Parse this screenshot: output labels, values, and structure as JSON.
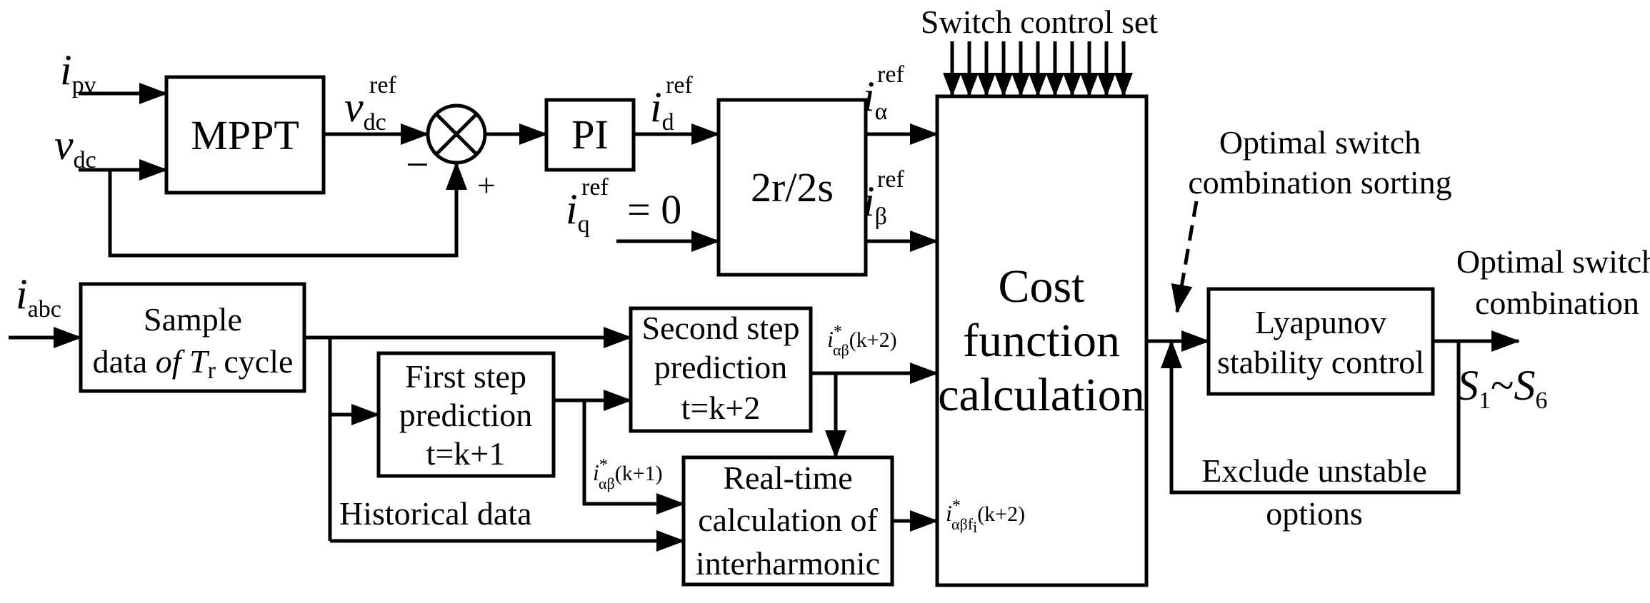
{
  "blocks": {
    "mppt": "MPPT",
    "pi": "PI",
    "transform": "2r/2s",
    "sample_line1": "Sample",
    "sample_line2_pre": "data ",
    "sample_line2_of": "of",
    "sample_line2_T": "T",
    "sample_line2_r": "r",
    "sample_line2_post": " cycle",
    "first_line1": "First step",
    "first_line2": "prediction",
    "first_line3": "t=k+1",
    "second_line1": "Second step",
    "second_line2": "prediction",
    "second_line3": "t=k+2",
    "realtime_line1": "Real-time",
    "realtime_line2": "calculation of",
    "realtime_line3": "interharmonic",
    "cost_line1": "Cost",
    "cost_line2": "function",
    "cost_line3": "calculation",
    "lyap_line1": "Lyapunov",
    "lyap_line2": "stability control"
  },
  "signals": {
    "i_pv_base": "i",
    "i_pv_sub": "pv",
    "v_dc_base": "v",
    "v_dc_sub": "dc",
    "vref_base": "v",
    "vref_sub": "dc",
    "vref_sup": "ref",
    "minus": "−",
    "plus": "+",
    "id_base": "i",
    "id_sub": "d",
    "id_sup": "ref",
    "iq_base": "i",
    "iq_sub": "q",
    "iq_sup": "ref",
    "iq_eq": "= 0",
    "ialpha_base": "i",
    "ialpha_sub": "α",
    "ialpha_sup": "ref",
    "ibeta_base": "i",
    "ibeta_sub": "β",
    "ibeta_sup": "ref",
    "iabc_base": "i",
    "iabc_sub": "abc",
    "pred2_base": "i",
    "pred2_sup": "*",
    "pred2_sub": "αβ",
    "pred2_arg": "(k+2)",
    "pred1_base": "i",
    "pred1_sup": "*",
    "pred1_sub": "αβ",
    "pred1_arg": "(k+1)",
    "inter_base": "i",
    "inter_sup": "*",
    "inter_sub": "αβ",
    "inter_sub2": "f",
    "inter_sub3": "i",
    "inter_arg": "(k+2)",
    "s_out_1": "S",
    "s_out_1_sub": "1",
    "s_out_tilde": "~",
    "s_out_6": "S",
    "s_out_6_sub": "6"
  },
  "annotations": {
    "switch_control_set": "Switch control set",
    "sorting_line1": "Optimal switch",
    "sorting_line2": "combination sorting",
    "output_line1": "Optimal switch",
    "output_line2": "combination",
    "historical": "Historical data",
    "exclude_line1": "Exclude unstable",
    "exclude_line2": "options"
  }
}
